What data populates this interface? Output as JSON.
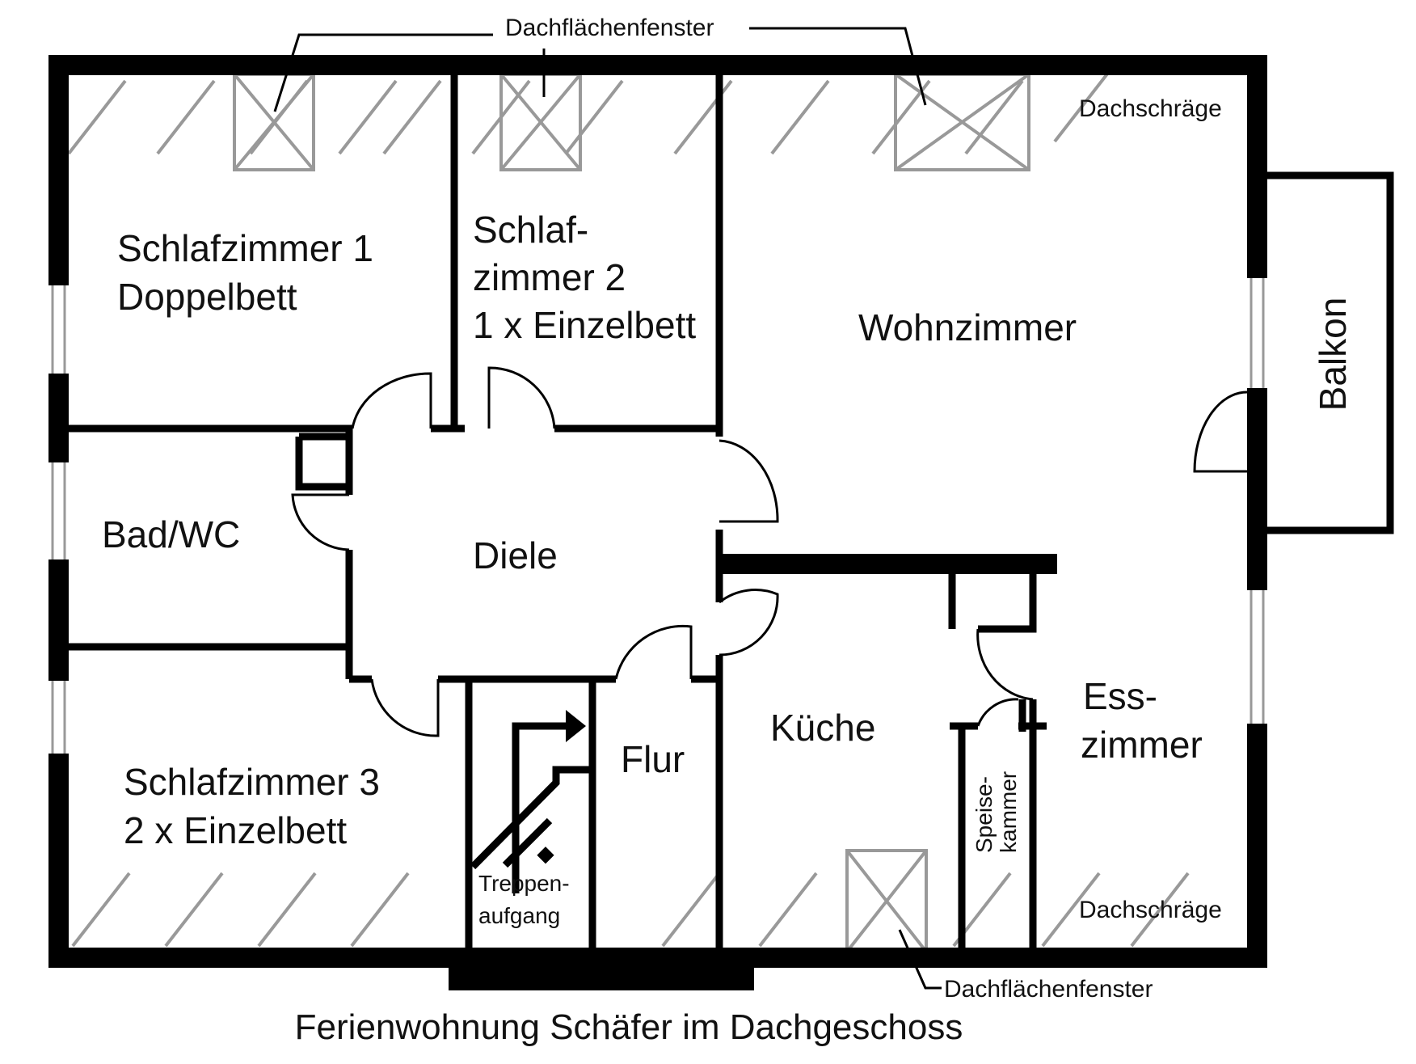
{
  "title": "Ferienwohnung Schäfer im Dachgeschoss",
  "rooms": {
    "schlafzimmer1": [
      "Schlafzimmer 1",
      "Doppelbett"
    ],
    "schlafzimmer2": [
      "Schlaf-",
      "zimmer 2",
      "1 x Einzelbett"
    ],
    "wohnzimmer": "Wohnzimmer",
    "balkon": "Balkon",
    "bad": "Bad/WC",
    "diele": "Diele",
    "schlafzimmer3": [
      "Schlafzimmer 3",
      "2 x Einzelbett"
    ],
    "flur": "Flur",
    "treppe": [
      "Treppen-",
      "aufgang"
    ],
    "kueche": "Küche",
    "speise": [
      "Speise-",
      "kammer"
    ],
    "esszimmer": [
      "Ess-",
      "zimmer"
    ]
  },
  "annotations": {
    "skylight_top": "Dachflächenfenster",
    "skylight_bottom": "Dachflächenfenster",
    "slope_top": "Dachschräge",
    "slope_bottom": "Dachschräge"
  },
  "colors": {
    "wall": "#000000",
    "hatch": "#999999",
    "background": "#ffffff"
  }
}
